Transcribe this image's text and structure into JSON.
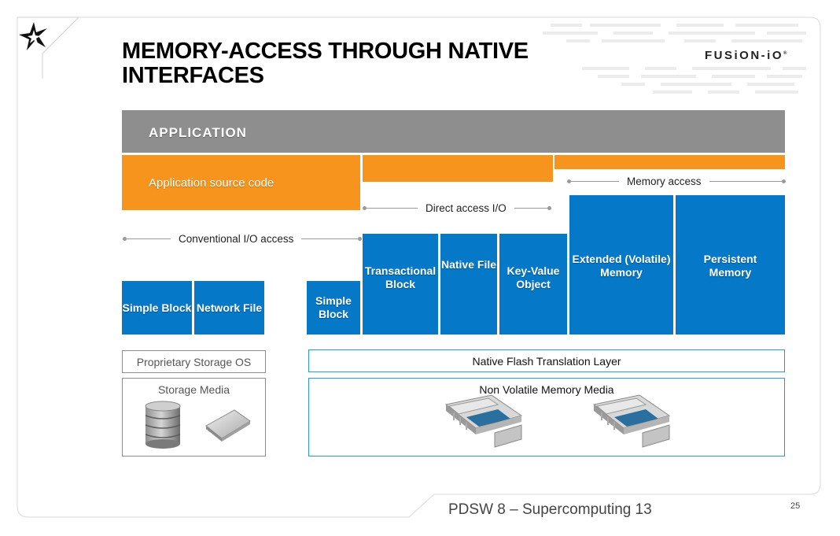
{
  "slide": {
    "title_line1": "MEMORY-ACCESS THROUGH NATIVE",
    "title_line2": "INTERFACES",
    "logo_text": "FUSiON-iO",
    "logo_mark": "®",
    "footer": "PDSW 8 – Supercomputing 13",
    "page_number": "25"
  },
  "diagram": {
    "application": "APPLICATION",
    "source_code": "Application source code",
    "labels": {
      "conventional": "Conventional I/O access",
      "direct": "Direct access I/O",
      "memory": "Memory access"
    },
    "blocks": {
      "simple_block_1": "Simple Block",
      "network_file": "Network File",
      "simple_block_2": "Simple Block",
      "transactional_block": "Transactional Block",
      "native_file": "Native File",
      "key_value": "Key-Value Object",
      "extended_memory": "Extended (Volatile) Memory",
      "persistent_memory": "Persistent Memory"
    },
    "layers": {
      "proprietary_os": "Proprietary Storage OS",
      "storage_media": "Storage Media",
      "native_ftl": "Native Flash Translation Layer",
      "nvm_media": "Non Volatile Memory Media"
    }
  },
  "colors": {
    "application_gray": "#8e8e8e",
    "accent_orange": "#f7941d",
    "block_blue": "#0579c7",
    "outline_blue": "#2a9ad6"
  }
}
